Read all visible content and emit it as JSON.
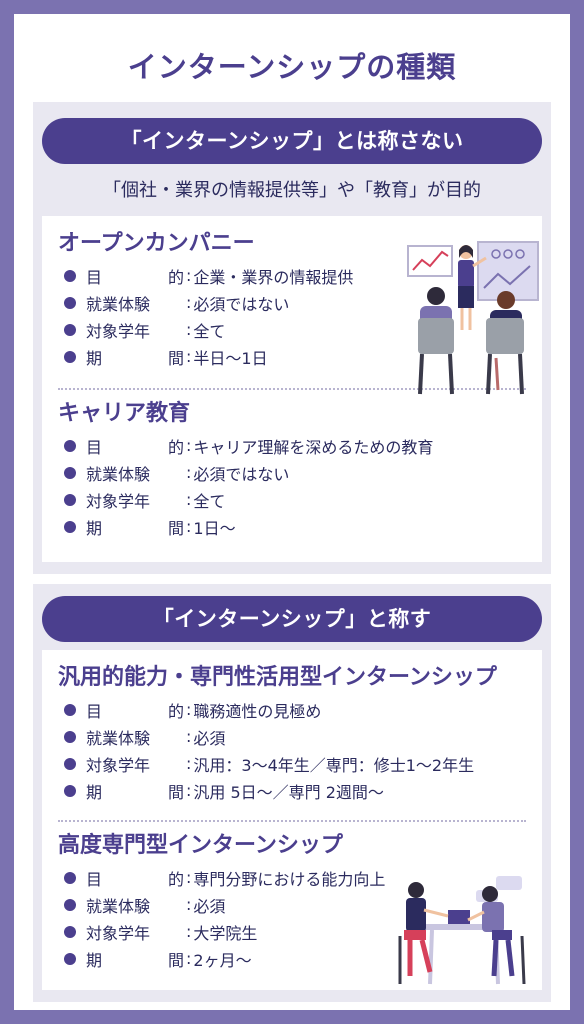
{
  "title": "インターンシップの種類",
  "section1": {
    "header": "「インターンシップ」とは称さない",
    "subtitle": "「個社・業界の情報提供等」や「教育」が目的",
    "blocks": [
      {
        "title": "オープンカンパニー",
        "rows": [
          {
            "label_a": "目",
            "label_b": "的",
            "value": "企業・業界の情報提供"
          },
          {
            "label": "就業体験",
            "value": "必須ではない"
          },
          {
            "label": "対象学年",
            "value": "全て"
          },
          {
            "label_a": "期",
            "label_b": "間",
            "value": "半日〜1日"
          }
        ]
      },
      {
        "title": "キャリア教育",
        "rows": [
          {
            "label_a": "目",
            "label_b": "的",
            "value": "キャリア理解を深めるための教育"
          },
          {
            "label": "就業体験",
            "value": "必須ではない"
          },
          {
            "label": "対象学年",
            "value": "全て"
          },
          {
            "label_a": "期",
            "label_b": "間",
            "value": "1日〜"
          }
        ]
      }
    ]
  },
  "section2": {
    "header": "「インターンシップ」と称す",
    "blocks": [
      {
        "title": "汎用的能力・専門性活用型インターンシップ",
        "rows": [
          {
            "label_a": "目",
            "label_b": "的",
            "value": "職務適性の見極め"
          },
          {
            "label": "就業体験",
            "value": "必須"
          },
          {
            "label": "対象学年",
            "value": "汎用：3〜4年生／専門：修士1〜2年生"
          },
          {
            "label_a": "期",
            "label_b": "間",
            "value": "汎用 5日〜／専門 2週間〜"
          }
        ]
      },
      {
        "title": "高度専門型インターンシップ",
        "rows": [
          {
            "label_a": "目",
            "label_b": "的",
            "value": "専門分野における能力向上"
          },
          {
            "label": "就業体験",
            "value": "必須"
          },
          {
            "label": "対象学年",
            "value": "大学院生"
          },
          {
            "label_a": "期",
            "label_b": "間",
            "value": "2ヶ月〜"
          }
        ]
      }
    ]
  },
  "colors": {
    "frame": "#7b72b0",
    "accent": "#4b3f8e",
    "panel": "#e9e8f1",
    "text": "#2b2b5e"
  }
}
